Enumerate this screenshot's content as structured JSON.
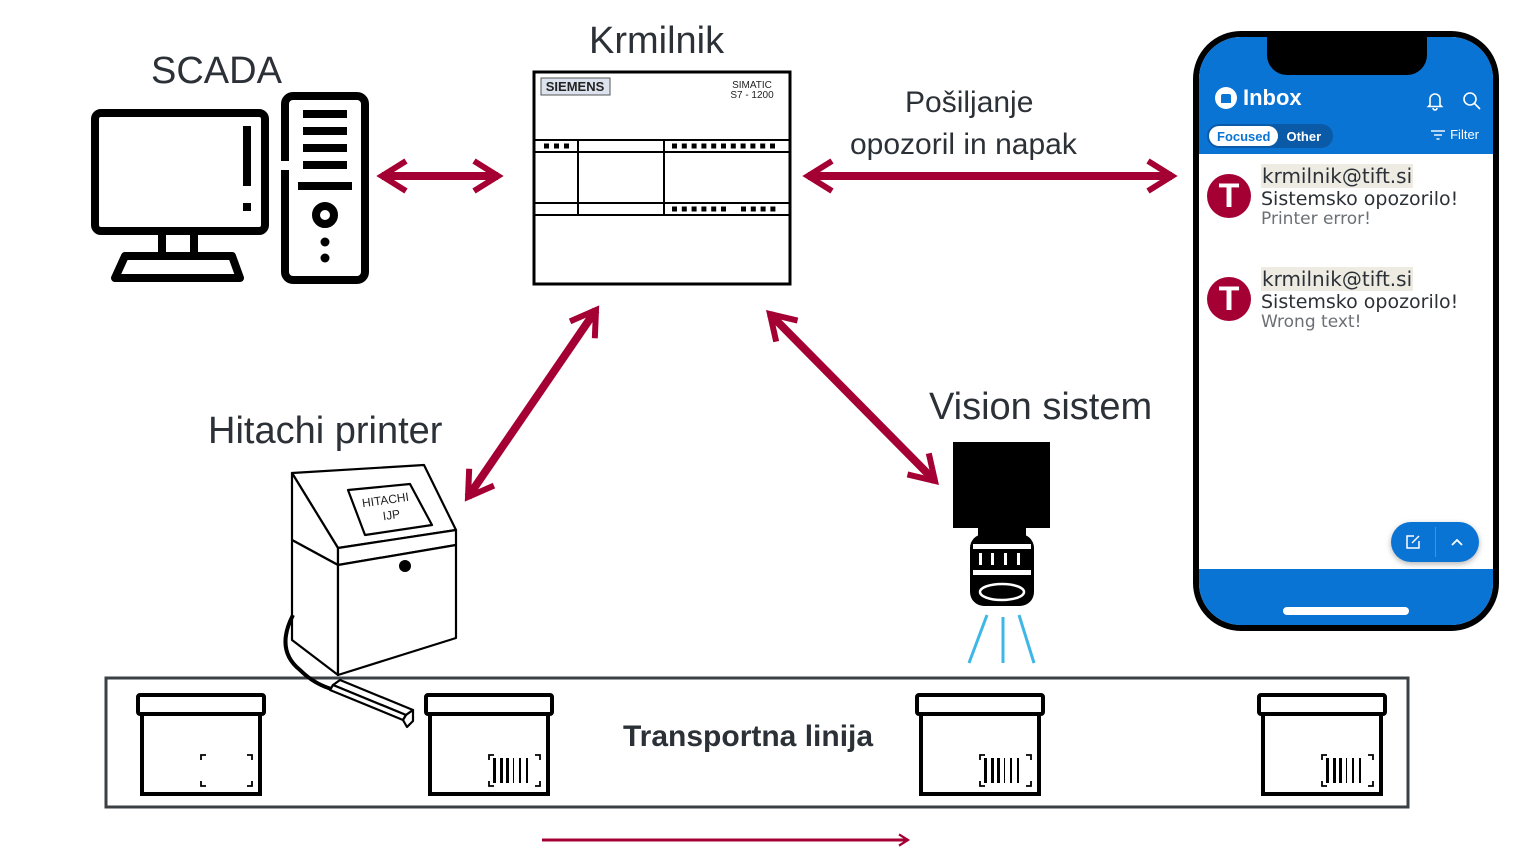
{
  "labels": {
    "scada": "SCADA",
    "controller": "Krmilnik",
    "alerts_line1": "Pošiljanje",
    "alerts_line2": "opozoril in napak",
    "printer": "Hitachi printer",
    "vision": "Vision sistem",
    "conveyor": "Transportna linija"
  },
  "plc": {
    "brand": "SIEMENS",
    "model_line1": "SIMATIC",
    "model_line2": "S7 - 1200"
  },
  "printer_screen": {
    "line1": "HITACHI",
    "line2": "IJP"
  },
  "colors": {
    "arrow": "#a50034",
    "phone_blue": "#0a74d4",
    "light_beam": "#3fb7e6",
    "text": "#2b3137"
  },
  "phone": {
    "title": "Inbox",
    "tabs": [
      {
        "label": "Focused",
        "active": true
      },
      {
        "label": "Other",
        "active": false
      }
    ],
    "filter_label": "Filter",
    "messages": [
      {
        "avatar": "T",
        "sender": "krmilnik@tift.si",
        "subject": "Sistemsko opozorilo!",
        "preview": "Printer error!"
      },
      {
        "avatar": "T",
        "sender": "krmilnik@tift.si",
        "subject": "Sistemsko opozorilo!",
        "preview": "Wrong text!"
      }
    ]
  },
  "boxes": [
    {
      "state": "unprinted"
    },
    {
      "state": "barcode"
    },
    {
      "state": "barcode"
    },
    {
      "state": "barcode"
    }
  ]
}
